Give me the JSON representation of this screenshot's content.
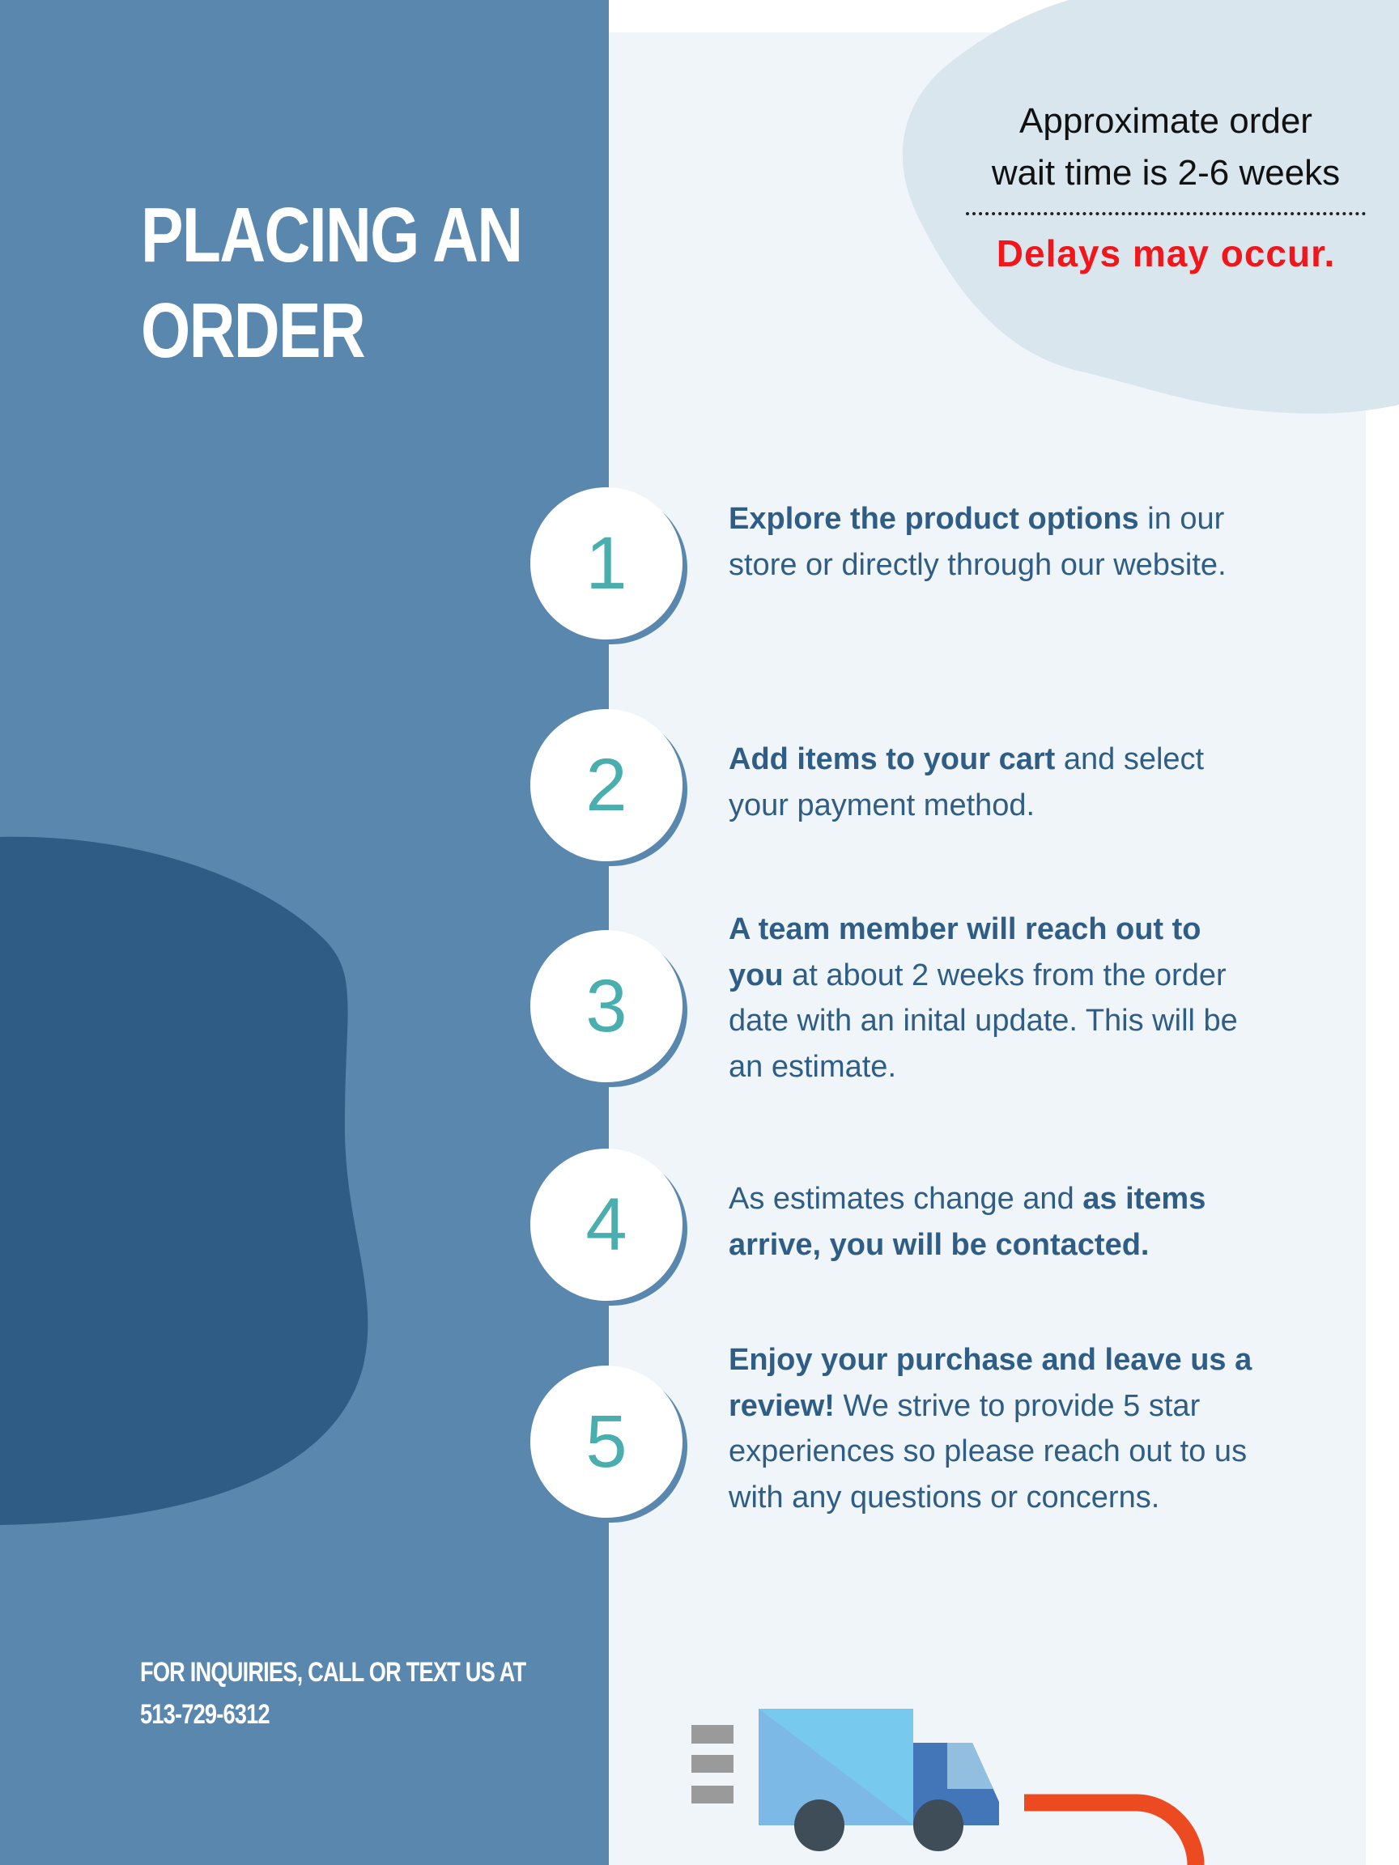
{
  "title": {
    "line1": "PLACING AN",
    "line2": "ORDER"
  },
  "notice": {
    "line1": "Approximate order",
    "line2": "wait time is 2-6 weeks",
    "delay": "Delays may occur."
  },
  "steps": [
    {
      "number": "1",
      "bold": "Explore the product options",
      "rest": " in our store or directly through our website."
    },
    {
      "number": "2",
      "bold": "Add items to your cart",
      "rest": " and select your payment method."
    },
    {
      "number": "3",
      "bold": "A team member will reach out to you",
      "rest": " at about 2 weeks from the order date with an inital update. This will be an estimate."
    },
    {
      "number": "4",
      "pre": "As estimates change and ",
      "bold": "as items arrive, you will be contacted.",
      "rest": ""
    },
    {
      "number": "5",
      "bold": "Enjoy your purchase and leave us a review!",
      "rest": " We strive to provide 5 star experiences so please reach out to us with any questions or concerns."
    }
  ],
  "footer": {
    "line1": "FOR INQUIRIES, CALL OR TEXT US AT",
    "phone": "513-729-6312"
  },
  "colors": {
    "panel_blue": "#5a87ae",
    "dark_blob": "#2f5c84",
    "light_bg": "#eff5f9",
    "notice_blob": "#d9e6ed",
    "step_number": "#4aadae",
    "step_text": "#2f5d85",
    "delay_red": "#f0161b",
    "orange_line": "#ec4a21"
  },
  "icons": {
    "truck": "delivery-truck-icon"
  }
}
